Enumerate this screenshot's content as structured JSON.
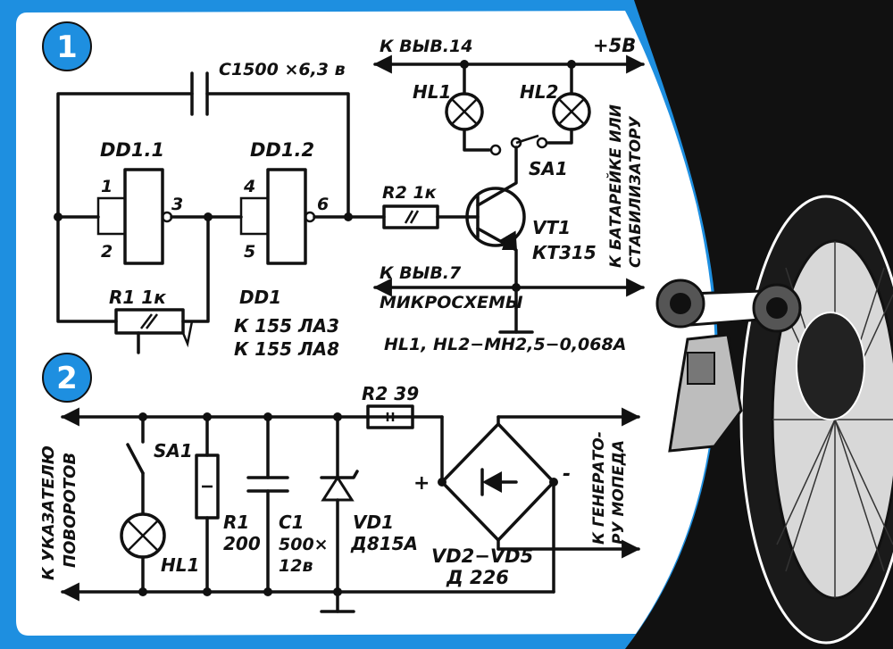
{
  "colors": {
    "frame_blue": "#1e8fe0",
    "background_dark": "#111111",
    "paper": "#ffffff",
    "ink": "#111111"
  },
  "diagram1": {
    "badge": "1",
    "capacitor_label": "C1500 ×6,3 в",
    "to_pin14": "К ВЫВ.14",
    "plus_5v": "+5В",
    "hl1": "HL1",
    "hl2": "HL2",
    "dd11": "DD1.1",
    "dd12": "DD1.2",
    "pin1": "1",
    "pin2": "2",
    "pin3": "3",
    "pin4": "4",
    "pin5": "5",
    "pin6": "6",
    "r2": "R2 1к",
    "sa1": "SA1",
    "vt1": "VT1",
    "kt315": "КТ315",
    "to_pin7": "К ВЫВ.7",
    "microchip": "МИКРОСХЕМЫ",
    "r1": "R1 1к",
    "dd1": "DD1",
    "ic1": "К 155 ЛА3",
    "ic2": "К 155 ЛА8",
    "lamps": "HL1, HL2−МН2,5−0,068А",
    "battery1": "К БАТАРЕЙКЕ ИЛИ",
    "battery2": "СТАБИЛИЗАТОРУ"
  },
  "diagram2": {
    "badge": "2",
    "r2": "R2 39",
    "sa1": "SA1",
    "plus": "+",
    "minus": "-",
    "r1": "R1",
    "r1_val": "200",
    "c1": "C1",
    "c1_val1": "500×",
    "c1_val2": "12в",
    "vd1": "VD1",
    "vd1_type": "Д815А",
    "hl1": "HL1",
    "vd25": "VD2−VD5",
    "vd25_type": "Д 226",
    "turn1": "К УКАЗАТЕЛЮ",
    "turn2": "ПОВОРОТОВ",
    "gen1": "К ГЕНЕРАТО-",
    "gen2": "РУ МОПЕДА"
  }
}
